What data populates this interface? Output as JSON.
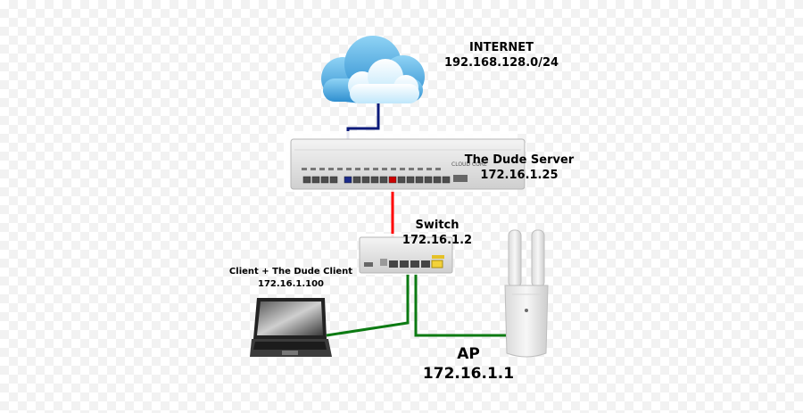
{
  "internet": {
    "name": "INTERNET",
    "subnet": "192.168.128.0/24"
  },
  "server": {
    "name": "The Dude Server",
    "ip": "172.16.1.25",
    "brand_text": "CLOUD CORE"
  },
  "switch": {
    "name": "Switch",
    "ip": "172.16.1.2"
  },
  "client": {
    "name": "Client + The Dude Client",
    "ip": "172.16.1.100"
  },
  "ap": {
    "name": "AP",
    "ip": "172.16.1.1"
  },
  "colors": {
    "uplink": "#0a1a7a",
    "server_link": "#ff0000",
    "lan_link": "#0b7a12",
    "cloud": "#6ec3ec"
  }
}
